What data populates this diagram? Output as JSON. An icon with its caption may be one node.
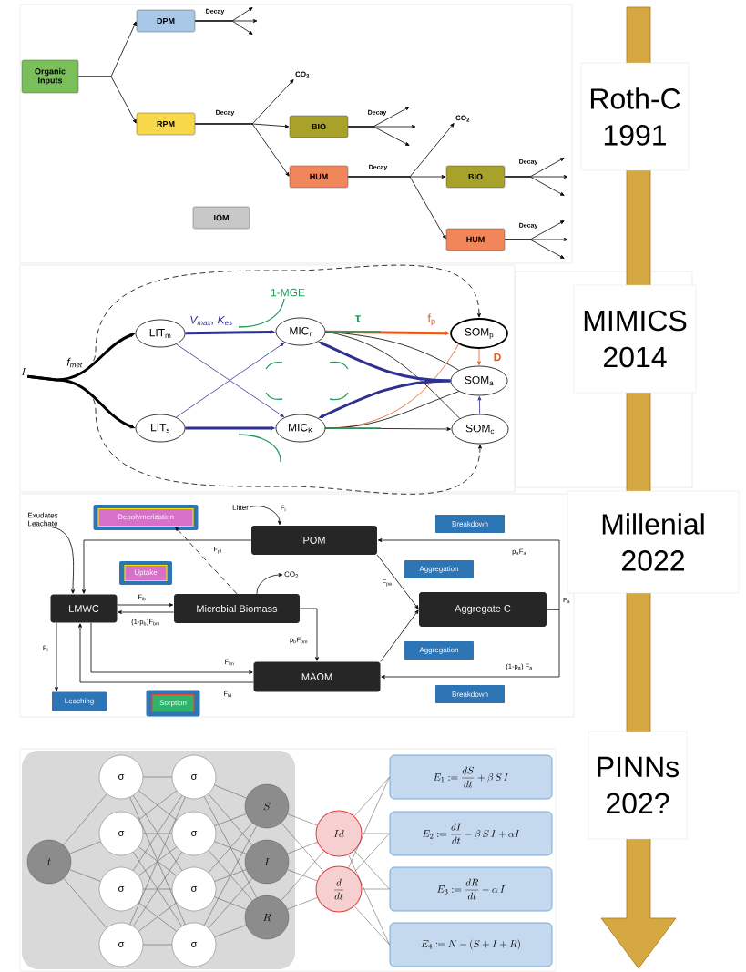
{
  "diagram": {
    "nodes": [
      {
        "text": [
          "Organic Inputs"
        ]
      },
      {
        "text": [
          "DPM"
        ]
      },
      {
        "text": [
          "CO$_{2}$"
        ]
      },
      {
        "text": [
          "RPM"
        ]
      },
      {
        "text": [
          "BIO"
        ]
      },
      {
        "text": [
          "CO$_{2}$"
        ]
      },
      {
        "text": [
          "HUM"
        ]
      },
      {
        "text": [
          "BIO"
        ]
      },
      {
        "text": [
          "IOM"
        ]
      },
      {
        "text": [
          "HUM"
        ]
      },
      {
        "text": [
          "I"
        ]
      },
      {
        "text": [
          "LIT$_{m}$"
        ]
      },
      {
        "text": [
          "MIC$_{r}$"
        ]
      },
      {
        "text": [
          "SOM$_{p}$"
        ]
      },
      {
        "text": [
          "SOM$_{a}$"
        ]
      },
      {
        "text": [
          "LIT$_{s}$"
        ]
      },
      {
        "text": [
          "MIC$_{K}$"
        ]
      },
      {
        "text": [
          "SOM$_{c}$"
        ]
      },
      {
        "text": [
          "Depolymerization"
        ]
      },
      {
        "text": [
          "Litter"
        ]
      },
      {
        "text": [
          "POM"
        ]
      },
      {
        "text": [
          "Breakdown"
        ]
      },
      {
        "text": [
          "Exudates Leachate"
        ]
      },
      {
        "text": [
          "Uptake"
        ]
      },
      {
        "text": [
          "Aggregation"
        ]
      },
      {
        "text": [
          "CO$_{2}$"
        ]
      },
      {
        "text": [
          "LMWC"
        ]
      },
      {
        "text": [
          "Microbial Biomass"
        ]
      },
      {
        "text": [
          "Aggregate C"
        ]
      },
      {
        "text": [
          "Aggregation"
        ]
      },
      {
        "text": [
          "MAOM"
        ]
      },
      {
        "text": [
          "Breakdown"
        ]
      },
      {
        "text": [
          "Leaching"
        ]
      },
      {
        "text": [
          "Sorption"
        ]
      },
      {
        "text": [
          "t"
        ]
      },
      {
        "text": [
          "σ"
        ]
      },
      {
        "text": [
          "σ"
        ]
      },
      {
        "text": [
          "σ"
        ]
      },
      {
        "text": [
          "σ"
        ]
      },
      {
        "text": [
          "σ"
        ]
      },
      {
        "text": [
          "σ"
        ]
      },
      {
        "text": [
          "σ"
        ]
      },
      {
        "text": [
          "σ"
        ]
      },
      {
        "text": [
          "S"
        ]
      },
      {
        "text": [
          "I"
        ]
      },
      {
        "text": [
          "R"
        ]
      },
      {
        "text": [
          "Id"
        ]
      },
      {
        "text": [
          "\\frac{d}{dt}"
        ]
      },
      {
        "text": [
          "E_1 := \\frac{dS}{dt} + \\beta\\, S\\, I"
        ]
      },
      {
        "text": [
          "E_2 := \\frac{dI}{dt} - \\beta\\, S\\, I + \\alpha I"
        ]
      },
      {
        "text": [
          "E_3 := \\frac{dR}{dt} - \\alpha\\, I"
        ]
      },
      {
        "text": [
          "E_4 \\coloneqq N - (S + I + R)"
        ]
      },
      {
        "text": [
          "Roth-C 1991"
        ]
      },
      {
        "text": [
          "MIMICS 2014"
        ]
      },
      {
        "text": [
          "Millenial 2022"
        ]
      },
      {
        "text": [
          "PINNs 202?"
        ]
      }
    ],
    "edges": [
      {
        "from": 0,
        "to": 1,
        "arrow": "to"
      },
      {
        "from": 0,
        "to": 3,
        "arrow": "to"
      },
      {
        "from": 1,
        "to": null,
        "arrow": "to",
        "label": "Decay"
      },
      {
        "from": 1,
        "to": null,
        "arrow": "to"
      },
      {
        "from": 1,
        "to": null,
        "arrow": "to"
      },
      {
        "from": 3,
        "to": 2,
        "arrow": "to"
      },
      {
        "from": 3,
        "to": 4,
        "arrow": "to",
        "label": "Decay"
      },
      {
        "from": 3,
        "to": 6,
        "arrow": "to"
      },
      {
        "from": 4,
        "to": null,
        "arrow": "to",
        "label": "Decay"
      },
      {
        "from": 4,
        "to": null,
        "arrow": "to"
      },
      {
        "from": 4,
        "to": null,
        "arrow": "to"
      },
      {
        "from": 6,
        "to": 5,
        "arrow": "to"
      },
      {
        "from": 6,
        "to": 7,
        "arrow": "to",
        "label": "Decay"
      },
      {
        "from": 6,
        "to": 9,
        "arrow": "to"
      },
      {
        "from": 7,
        "to": null,
        "arrow": "to",
        "label": "Decay"
      },
      {
        "from": 7,
        "to": null,
        "arrow": "to"
      },
      {
        "from": 7,
        "to": null,
        "arrow": "to"
      },
      {
        "from": 9,
        "to": null,
        "arrow": "to",
        "label": "Decay"
      },
      {
        "from": 9,
        "to": null,
        "arrow": "to"
      },
      {
        "from": 9,
        "to": null,
        "arrow": "to"
      },
      {
        "from": 10,
        "to": 11,
        "arrow": "to",
        "style": "thick",
        "label": "f$_{met}$"
      },
      {
        "from": 10,
        "to": 15,
        "arrow": "to",
        "style": "thick"
      },
      {
        "from": 10,
        "to": 13,
        "arrow": "to",
        "style": "dashed"
      },
      {
        "from": 10,
        "to": 17,
        "arrow": "to",
        "style": "dashed"
      },
      {
        "from": 11,
        "to": 12,
        "arrow": "to",
        "style": "thick",
        "color": "#2e3192",
        "label": "V$_{max}$, K$_{es}$"
      },
      {
        "from": 11,
        "to": 16,
        "arrow": "to",
        "color": "#2e3192"
      },
      {
        "from": 15,
        "to": 12,
        "arrow": "to",
        "color": "#2e3192"
      },
      {
        "from": 15,
        "to": 16,
        "arrow": "to",
        "style": "thick",
        "color": "#2e3192"
      },
      {
        "from": 12,
        "to": 13,
        "arrow": "to",
        "style": "thick",
        "color": "#e8581c",
        "label": "f$_{p}$"
      },
      {
        "from": 12,
        "to": 14,
        "arrow": "none"
      },
      {
        "from": 12,
        "to": 17,
        "arrow": "none"
      },
      {
        "from": 16,
        "to": 13,
        "arrow": "none",
        "color": "#e8581c"
      },
      {
        "from": 16,
        "to": 14,
        "arrow": "none"
      },
      {
        "from": 16,
        "to": 17,
        "arrow": "to"
      },
      {
        "from": 14,
        "to": 12,
        "arrow": "to",
        "style": "thick",
        "color": "#2e3192"
      },
      {
        "from": 14,
        "to": 16,
        "arrow": "to",
        "style": "thick",
        "color": "#2e3192"
      },
      {
        "from": 13,
        "to": 14,
        "arrow": "to",
        "color": "#e8581c",
        "label": "D"
      },
      {
        "from": 17,
        "to": 14,
        "arrow": "to",
        "color": "#2e3192"
      },
      {
        "from": 19,
        "to": 20,
        "arrow": "to",
        "label": "F$_{i}$"
      },
      {
        "from": 22,
        "to": 26,
        "arrow": "to"
      },
      {
        "from": 20,
        "to": 26,
        "arrow": "to",
        "label": "F$_{pl}$"
      },
      {
        "from": 27,
        "to": 18,
        "arrow": "to",
        "style": "dashed"
      },
      {
        "from": 27,
        "to": 25,
        "arrow": "to"
      },
      {
        "from": 26,
        "to": 27,
        "arrow": "to",
        "label": "F$_{lb}$"
      },
      {
        "from": 27,
        "to": 26,
        "arrow": "to",
        "label": "(1-p$_{b}$)F$_{bm}$"
      },
      {
        "from": 27,
        "to": 30,
        "arrow": "to",
        "label": "p$_{b}$F$_{bm}$"
      },
      {
        "from": 26,
        "to": 30,
        "arrow": "to",
        "label": "F$_{lm}$"
      },
      {
        "from": 30,
        "to": 26,
        "arrow": "to",
        "label": "F$_{ld}$"
      },
      {
        "from": 26,
        "to": 32,
        "arrow": "to",
        "label": "F$_{l}$"
      },
      {
        "from": 20,
        "to": 28,
        "arrow": "to",
        "label": "F$_{pa}$"
      },
      {
        "from": 30,
        "to": 28,
        "arrow": "to"
      },
      {
        "from": 28,
        "to": 20,
        "arrow": "to",
        "label": "p$_{a}$F$_{a}$"
      },
      {
        "from": 28,
        "to": 30,
        "arrow": "to",
        "label": "(1-p$_{a}$) F$_{a}$"
      },
      {
        "from": 34,
        "to": 35,
        "arrow": "none"
      },
      {
        "from": 34,
        "to": 36,
        "arrow": "none"
      },
      {
        "from": 34,
        "to": 37,
        "arrow": "none"
      },
      {
        "from": 34,
        "to": 38,
        "arrow": "none"
      },
      {
        "from": 35,
        "to": 39,
        "arrow": "none"
      },
      {
        "from": 35,
        "to": 40,
        "arrow": "none"
      },
      {
        "from": 35,
        "to": 41,
        "arrow": "none"
      },
      {
        "from": 35,
        "to": 42,
        "arrow": "none"
      },
      {
        "from": 36,
        "to": 39,
        "arrow": "none"
      },
      {
        "from": 36,
        "to": 40,
        "arrow": "none"
      },
      {
        "from": 36,
        "to": 41,
        "arrow": "none"
      },
      {
        "from": 36,
        "to": 42,
        "arrow": "none"
      },
      {
        "from": 37,
        "to": 39,
        "arrow": "none"
      },
      {
        "from": 37,
        "to": 40,
        "arrow": "none"
      },
      {
        "from": 37,
        "to": 41,
        "arrow": "none"
      },
      {
        "from": 37,
        "to": 42,
        "arrow": "none"
      },
      {
        "from": 38,
        "to": 39,
        "arrow": "none"
      },
      {
        "from": 38,
        "to": 40,
        "arrow": "none"
      },
      {
        "from": 38,
        "to": 41,
        "arrow": "none"
      },
      {
        "from": 38,
        "to": 42,
        "arrow": "none"
      },
      {
        "from": 39,
        "to": 43,
        "arrow": "none"
      },
      {
        "from": 39,
        "to": 44,
        "arrow": "none"
      },
      {
        "from": 39,
        "to": 45,
        "arrow": "none"
      },
      {
        "from": 40,
        "to": 43,
        "arrow": "none"
      },
      {
        "from": 40,
        "to": 44,
        "arrow": "none"
      },
      {
        "from": 40,
        "to": 45,
        "arrow": "none"
      },
      {
        "from": 41,
        "to": 43,
        "arrow": "none"
      },
      {
        "from": 41,
        "to": 44,
        "arrow": "none"
      },
      {
        "from": 41,
        "to": 45,
        "arrow": "none"
      },
      {
        "from": 42,
        "to": 43,
        "arrow": "none"
      },
      {
        "from": 42,
        "to": 44,
        "arrow": "none"
      },
      {
        "from": 42,
        "to": 45,
        "arrow": "none"
      },
      {
        "from": 43,
        "to": 46,
        "arrow": "none"
      },
      {
        "from": 43,
        "to": 47,
        "arrow": "none"
      },
      {
        "from": 44,
        "to": 46,
        "arrow": "none"
      },
      {
        "from": 44,
        "to": 47,
        "arrow": "none"
      },
      {
        "from": 45,
        "to": 46,
        "arrow": "none"
      },
      {
        "from": 45,
        "to": 47,
        "arrow": "none"
      },
      {
        "from": 46,
        "to": 48,
        "arrow": "none"
      },
      {
        "from": 46,
        "to": 49,
        "arrow": "none"
      },
      {
        "from": 46,
        "to": 50,
        "arrow": "none"
      },
      {
        "from": 46,
        "to": 51,
        "arrow": "none"
      },
      {
        "from": 47,
        "to": 48,
        "arrow": "none"
      },
      {
        "from": 47,
        "to": 49,
        "arrow": "none"
      },
      {
        "from": 47,
        "to": 50,
        "arrow": "none"
      },
      {
        "from": 47,
        "to": 51,
        "arrow": "none"
      }
    ],
    "labels": [
      "1-MGE",
      "τ",
      "F$_{a}$"
    ]
  }
}
